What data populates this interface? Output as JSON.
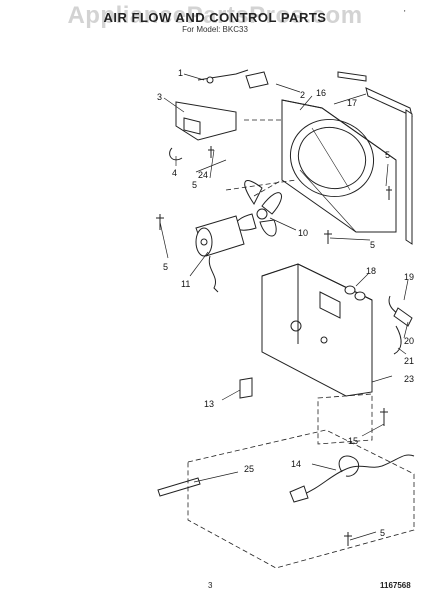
{
  "header": {
    "watermark": "AppliancePartsPros.com",
    "title": "AIR FLOW AND CONTROL PARTS",
    "subtitle": "For Model: BKC33"
  },
  "footer": {
    "page_number": "3",
    "drawing_code": "1167568"
  },
  "corner_mark": "'",
  "callouts": {
    "c1": "1",
    "c2": "2",
    "c3": "3",
    "c4": "4",
    "c5a": "5",
    "c5b": "5",
    "c5c": "5",
    "c5d": "5",
    "c5e": "5",
    "c10": "10",
    "c11": "11",
    "c13": "13",
    "c14": "14",
    "c15": "15",
    "c16": "16",
    "c17": "17",
    "c18": "18",
    "c19": "19",
    "c20": "20",
    "c21": "21",
    "c23": "23",
    "c24": "24",
    "c25": "25"
  }
}
